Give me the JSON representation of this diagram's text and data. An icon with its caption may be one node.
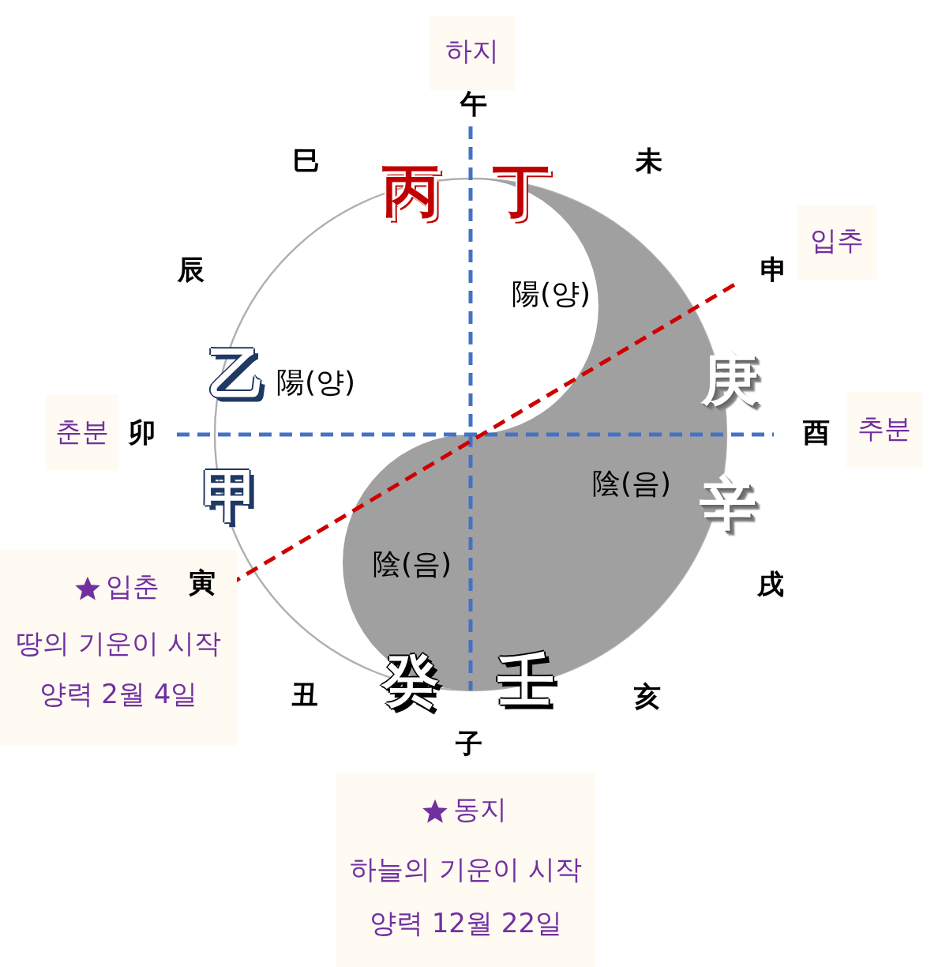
{
  "diagram": {
    "nodes": [
      {
        "text": [
          "하지"
        ]
      },
      {
        "text": [
          "입추"
        ]
      },
      {
        "text": [
          "춘분"
        ]
      },
      {
        "text": [
          "추분"
        ]
      },
      {
        "text": [
          "입춘",
          "땅의 기운이 시작",
          "양력 2월 4일"
        ]
      },
      {
        "text": [
          "동지",
          "하늘의 기운이 시작",
          "양력 12월 22일"
        ]
      }
    ],
    "edges": [],
    "labels": [
      "午",
      "巳",
      "丙",
      "丁",
      "未",
      "辰",
      "陽(양)",
      "申",
      "乙",
      "陽(양)",
      "庚",
      "卯",
      "酉",
      "陰(음)",
      "甲",
      "辛",
      "陰(음)",
      "寅",
      "戌",
      "丑",
      "癸",
      "壬",
      "亥",
      "子"
    ]
  }
}
